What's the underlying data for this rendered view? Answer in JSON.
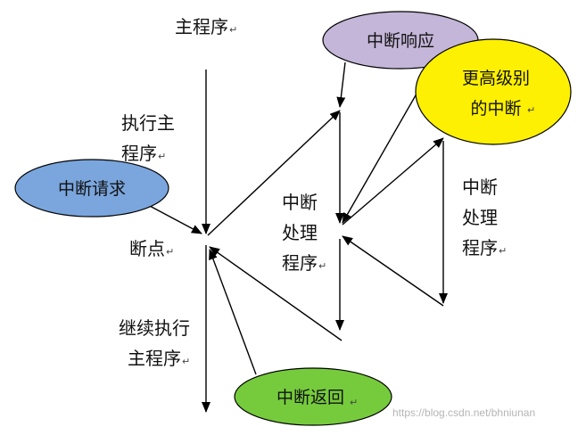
{
  "labels": {
    "main_program": "主程序",
    "execute_main": [
      "执行主",
      "程序"
    ],
    "breakpoint": "断点",
    "continue_main": [
      "继续执行",
      "主程序"
    ],
    "isr_left": [
      "中断",
      "处理",
      "程序"
    ],
    "isr_right": [
      "中断",
      "处理",
      "程序"
    ],
    "return_mark": "↵"
  },
  "nodes": {
    "interrupt_request": "中断请求",
    "interrupt_response": "中断响应",
    "higher_level": [
      "更高级别",
      "的中断"
    ],
    "interrupt_return": "中断返回"
  },
  "colors": {
    "interrupt_request": "#7aa6dd",
    "interrupt_response": "#c4b6d8",
    "higher_level": "#fdf002",
    "interrupt_return": "#76cb3c",
    "line": "#000000"
  },
  "watermark": "https://blog.csdn.net/bhniunan"
}
